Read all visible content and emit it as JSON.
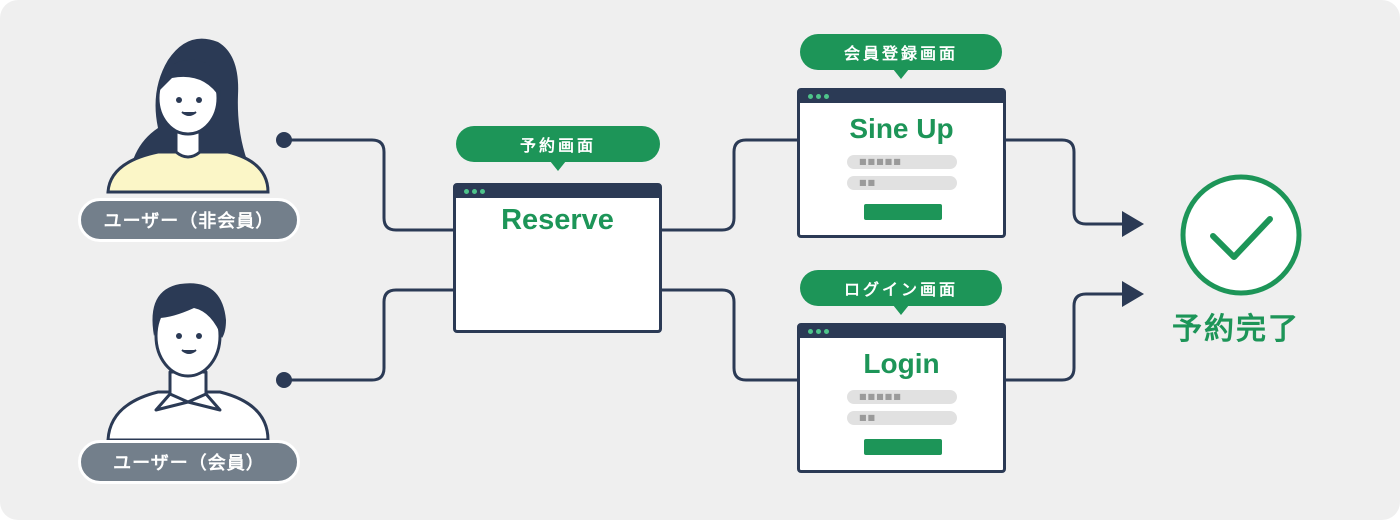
{
  "users": {
    "non_member_label": "ユーザー（非会員）",
    "member_label": "ユーザー（会員）"
  },
  "screens": {
    "reserve": {
      "callout": "予約画面",
      "title": "Reserve"
    },
    "signup": {
      "callout": "会員登録画面",
      "title": "Sine Up",
      "field1": "■■■■■",
      "field2": "■■"
    },
    "login": {
      "callout": "ログイン画面",
      "title": "Login",
      "field1": "■■■■■",
      "field2": "■■"
    }
  },
  "result": {
    "label": "予約完了"
  },
  "colors": {
    "green": "#1d9558",
    "navy": "#2b3a55",
    "gray_pill": "#737f8b",
    "background": "#efefef"
  },
  "icons": [
    "woman-avatar-icon",
    "man-avatar-icon",
    "check-circle-icon",
    "arrow-right-icon"
  ]
}
